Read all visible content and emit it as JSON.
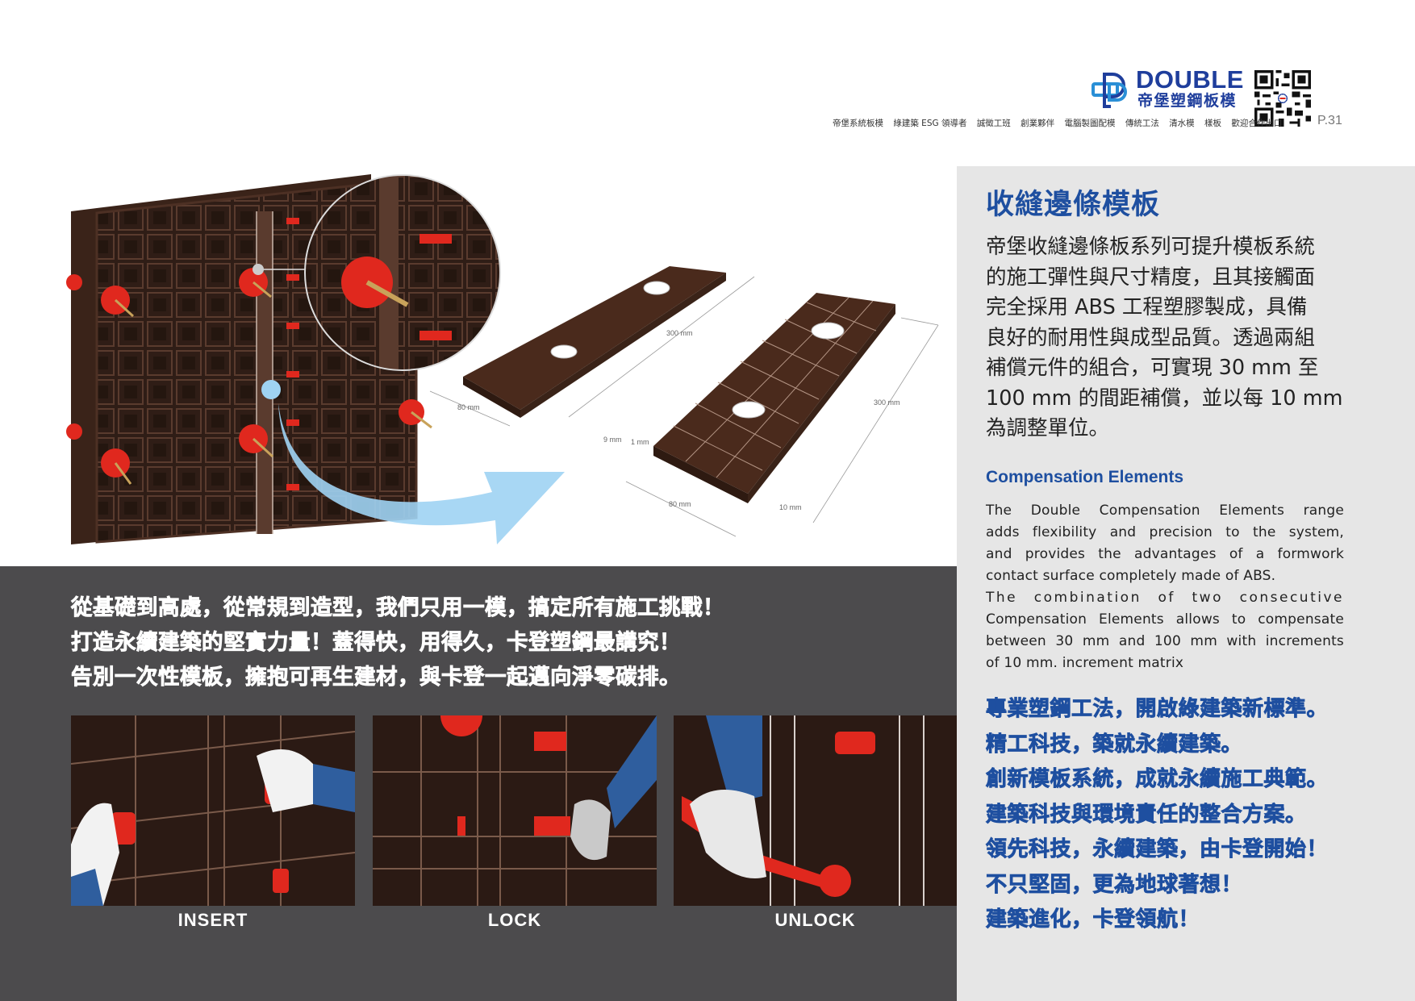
{
  "header": {
    "brand_en": "DOUBLE",
    "brand_zh": "帝堡塑鋼板模",
    "page_number": "P.31",
    "tagline_items": [
      "帝堡系統板模",
      "綠建築 ESG 領導者",
      "誠徵工班",
      "創業夥伴",
      "電腦製圖配模",
      "傳統工法",
      "清水模",
      "樣板",
      "歡迎合作出口"
    ],
    "logo_icon": "double-d-logo-icon",
    "qr_icon": "qr-code-icon"
  },
  "product_diagram": {
    "plate_a": {
      "length": "300 mm",
      "width": "80 mm"
    },
    "plate_b": {
      "length": "300 mm",
      "width": "80 mm",
      "height": "9 mm",
      "lip": "1 mm",
      "edge": "10 mm"
    },
    "arrow_icon": "curved-arrow-icon"
  },
  "right_panel": {
    "title": "收縫邊條模板",
    "body_zh_lines": [
      "帝堡收縫邊條板系列可提升模板系統",
      "的施工彈性與尺寸精度，且其接觸面",
      "完全採用 ABS 工程塑膠製成，具備",
      "良好的耐用性與成型品質。透過兩組",
      "補償元件的組合，可實現 30 mm 至",
      "100 mm 的間距補償，並以每 10 mm",
      "為調整單位。"
    ],
    "subtitle_en": "Compensation Elements",
    "body_en_lines": [
      "The Double Compensation Elements range",
      "adds flexibility and precision to the system,",
      "and provides the advantages of a formwork",
      "contact surface completely made of ABS.",
      "The combination of two consecutive",
      "Compensation Elements allows to compensate",
      "between 30 mm and 100 mm with increments",
      "of 10 mm. increment matrix"
    ],
    "slogans": [
      "專業塑鋼工法，開啟綠建築新標準。",
      "精工科技，築就永續建築。",
      "創新模板系統，成就永續施工典範。",
      "建築科技與環境責任的整合方案。",
      "領先科技，永續建築，由卡登開始！",
      "不只堅固，更為地球著想！",
      "建築進化，卡登領航！"
    ]
  },
  "dark_section": {
    "slogans": [
      "從基礎到高處，從常規到造型，我們只用一模，搞定所有施工挑戰！",
      "打造永續建築的堅實力量！蓋得快，用得久，卡登塑鋼最講究！",
      "告別一次性模板，擁抱可再生建材，與卡登一起邁向淨零碳排。"
    ],
    "steps": [
      {
        "label": "INSERT"
      },
      {
        "label": "LOCK"
      },
      {
        "label": "UNLOCK"
      }
    ]
  },
  "colors": {
    "brand_blue": "#1e4fa0",
    "logo_blue": "#1f3e9c",
    "logo_light_blue": "#2a8fd6",
    "dark_band": "#4c4b4d",
    "right_panel_bg": "#e6e6e6",
    "formwork_brown": "#3a2319",
    "clip_red": "#e0281e",
    "arrow_light_blue": "#9fd3f3"
  }
}
